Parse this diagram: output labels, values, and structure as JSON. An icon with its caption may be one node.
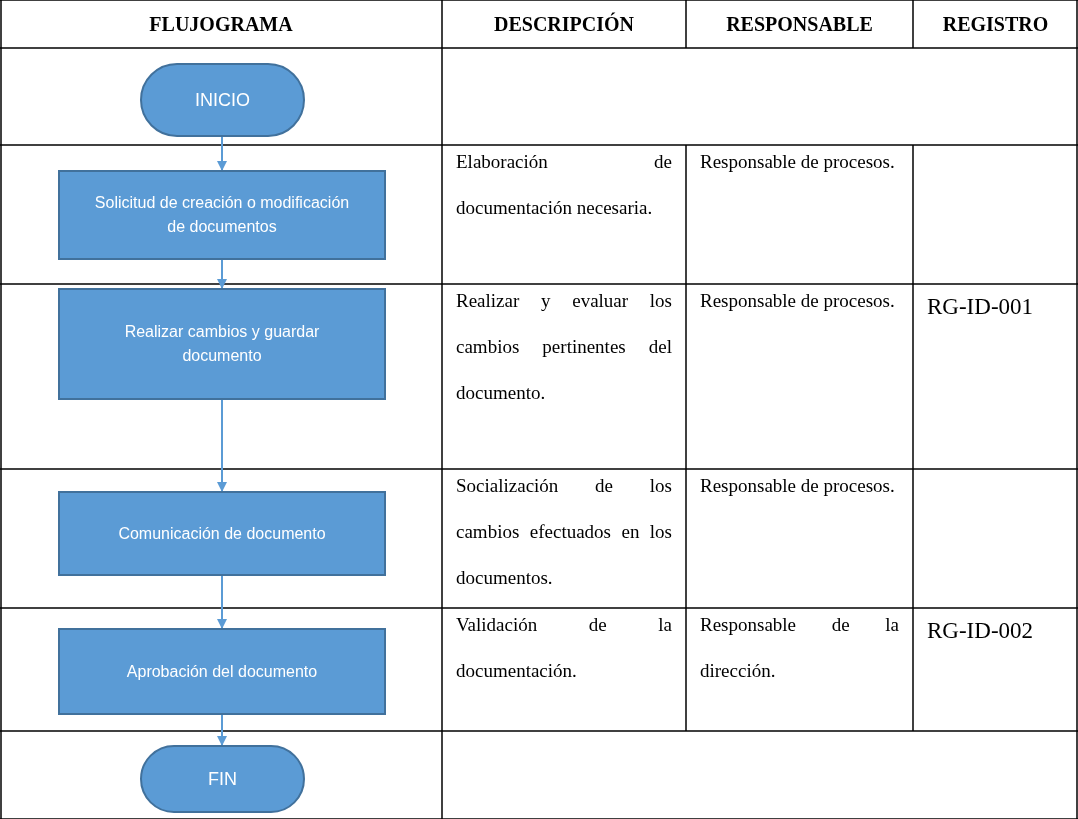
{
  "diagram": {
    "nodes": [
      {
        "text": [
          "INICIO"
        ]
      },
      {
        "text": [
          "Solicitud de creación o modificación de documentos"
        ]
      },
      {
        "text": [
          "Realizar cambios y guardar documento"
        ]
      },
      {
        "text": [
          "Comunicación de documento"
        ]
      },
      {
        "text": [
          "Aprobación del documento"
        ]
      },
      {
        "text": [
          "FIN"
        ]
      }
    ],
    "edges": [
      {
        "from": 0,
        "to": 1,
        "arrow": "to"
      },
      {
        "from": 1,
        "to": 2,
        "arrow": "to"
      },
      {
        "from": 2,
        "to": 3,
        "arrow": "to"
      },
      {
        "from": 3,
        "to": 4,
        "arrow": "to"
      },
      {
        "from": 4,
        "to": 5,
        "arrow": "to"
      }
    ],
    "labels": [
      "FLUJOGRAMA",
      "DESCRIPCIÓN",
      "RESPONSABLE",
      "REGISTRO",
      "Elaboración de documentación necesaria.",
      "Responsable de procesos.",
      "Realizar y evaluar los cambios pertinentes del documento.",
      "Responsable de procesos.",
      "RG-ID-001",
      "Socialización de los cambios efectuados en los documentos.",
      "Responsable de procesos.",
      "Validación de la documentación.",
      "Responsable de la dirección.",
      "RG-ID-002"
    ]
  }
}
